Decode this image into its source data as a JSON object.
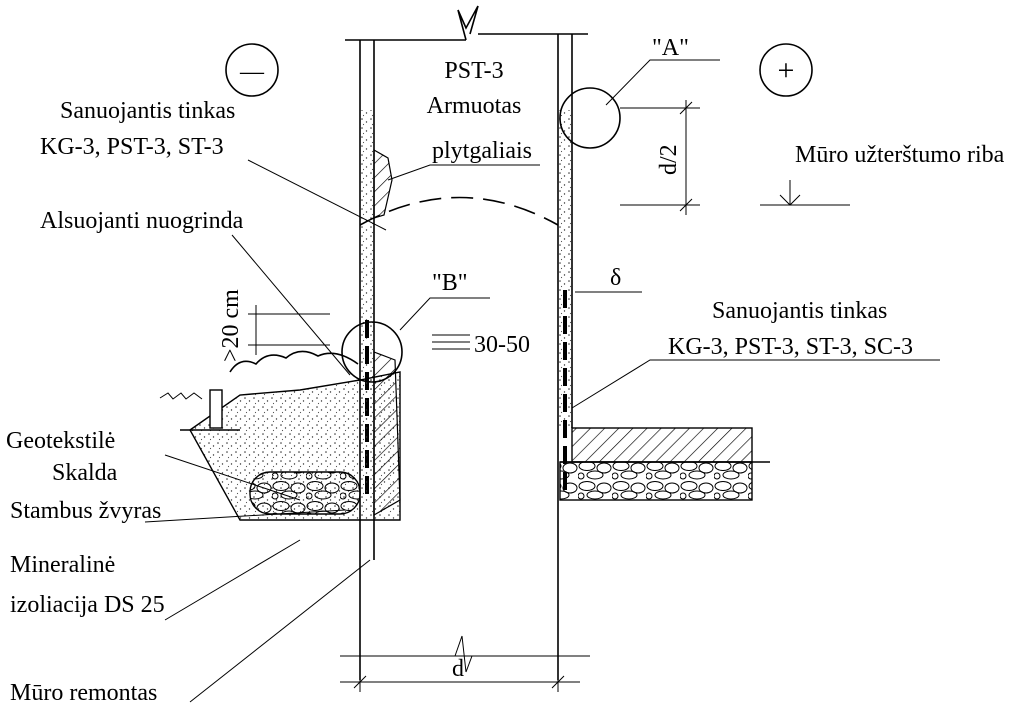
{
  "labels": {
    "zone_minus": "—",
    "zone_plus": "+",
    "pst3": "PST-3",
    "armuotas": "Armuotas",
    "plytgaliais": "plytgaliais",
    "detail_a": "\"A\"",
    "detail_b": "\"B\"",
    "sanuojantis_left_1": "Sanuojantis tinkas",
    "sanuojantis_left_2": "KG-3, PST-3, ST-3",
    "d_half": "d/2",
    "muro_uzterstumo_riba": "Mūro užterštumo riba",
    "alsuojanti_nuogrinda": "Alsuojanti nuogrinda",
    "delta": "δ",
    "gt20cm": ">20 cm",
    "range_30_50": "30-50",
    "sanuojantis_right_1": "Sanuojantis tinkas",
    "sanuojantis_right_2": "KG-3, PST-3, ST-3, SC-3",
    "geotekstile": "Geotekstilė",
    "skalda": "Skalda",
    "stambus_zvyras": "Stambus žvyras",
    "mineraline_1": "Mineralinė",
    "mineraline_2": "izoliacija DS 25",
    "d": "d",
    "muro_remontas": "Mūro remontas"
  }
}
